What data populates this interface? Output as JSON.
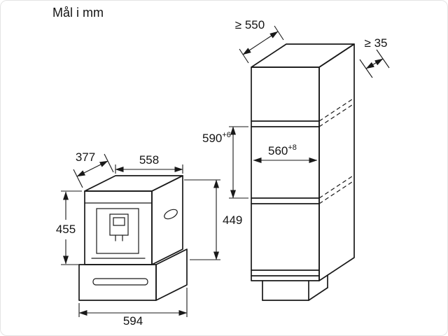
{
  "title": "Mål i mm",
  "appliance": {
    "depth_label": "377",
    "width_label": "558",
    "height_label": "455",
    "right_height_label": "449",
    "base_width_label": "594"
  },
  "cabinet": {
    "depth_label": "≥ 550",
    "rear_clearance_label": "≥ 35",
    "niche_height": {
      "value": "590",
      "tolerance": "+6"
    },
    "niche_width": {
      "value": "560",
      "tolerance": "+8"
    }
  },
  "colors": {
    "line": "#191919",
    "background": "#ffffff",
    "frame_border": "#e4e4e4"
  }
}
